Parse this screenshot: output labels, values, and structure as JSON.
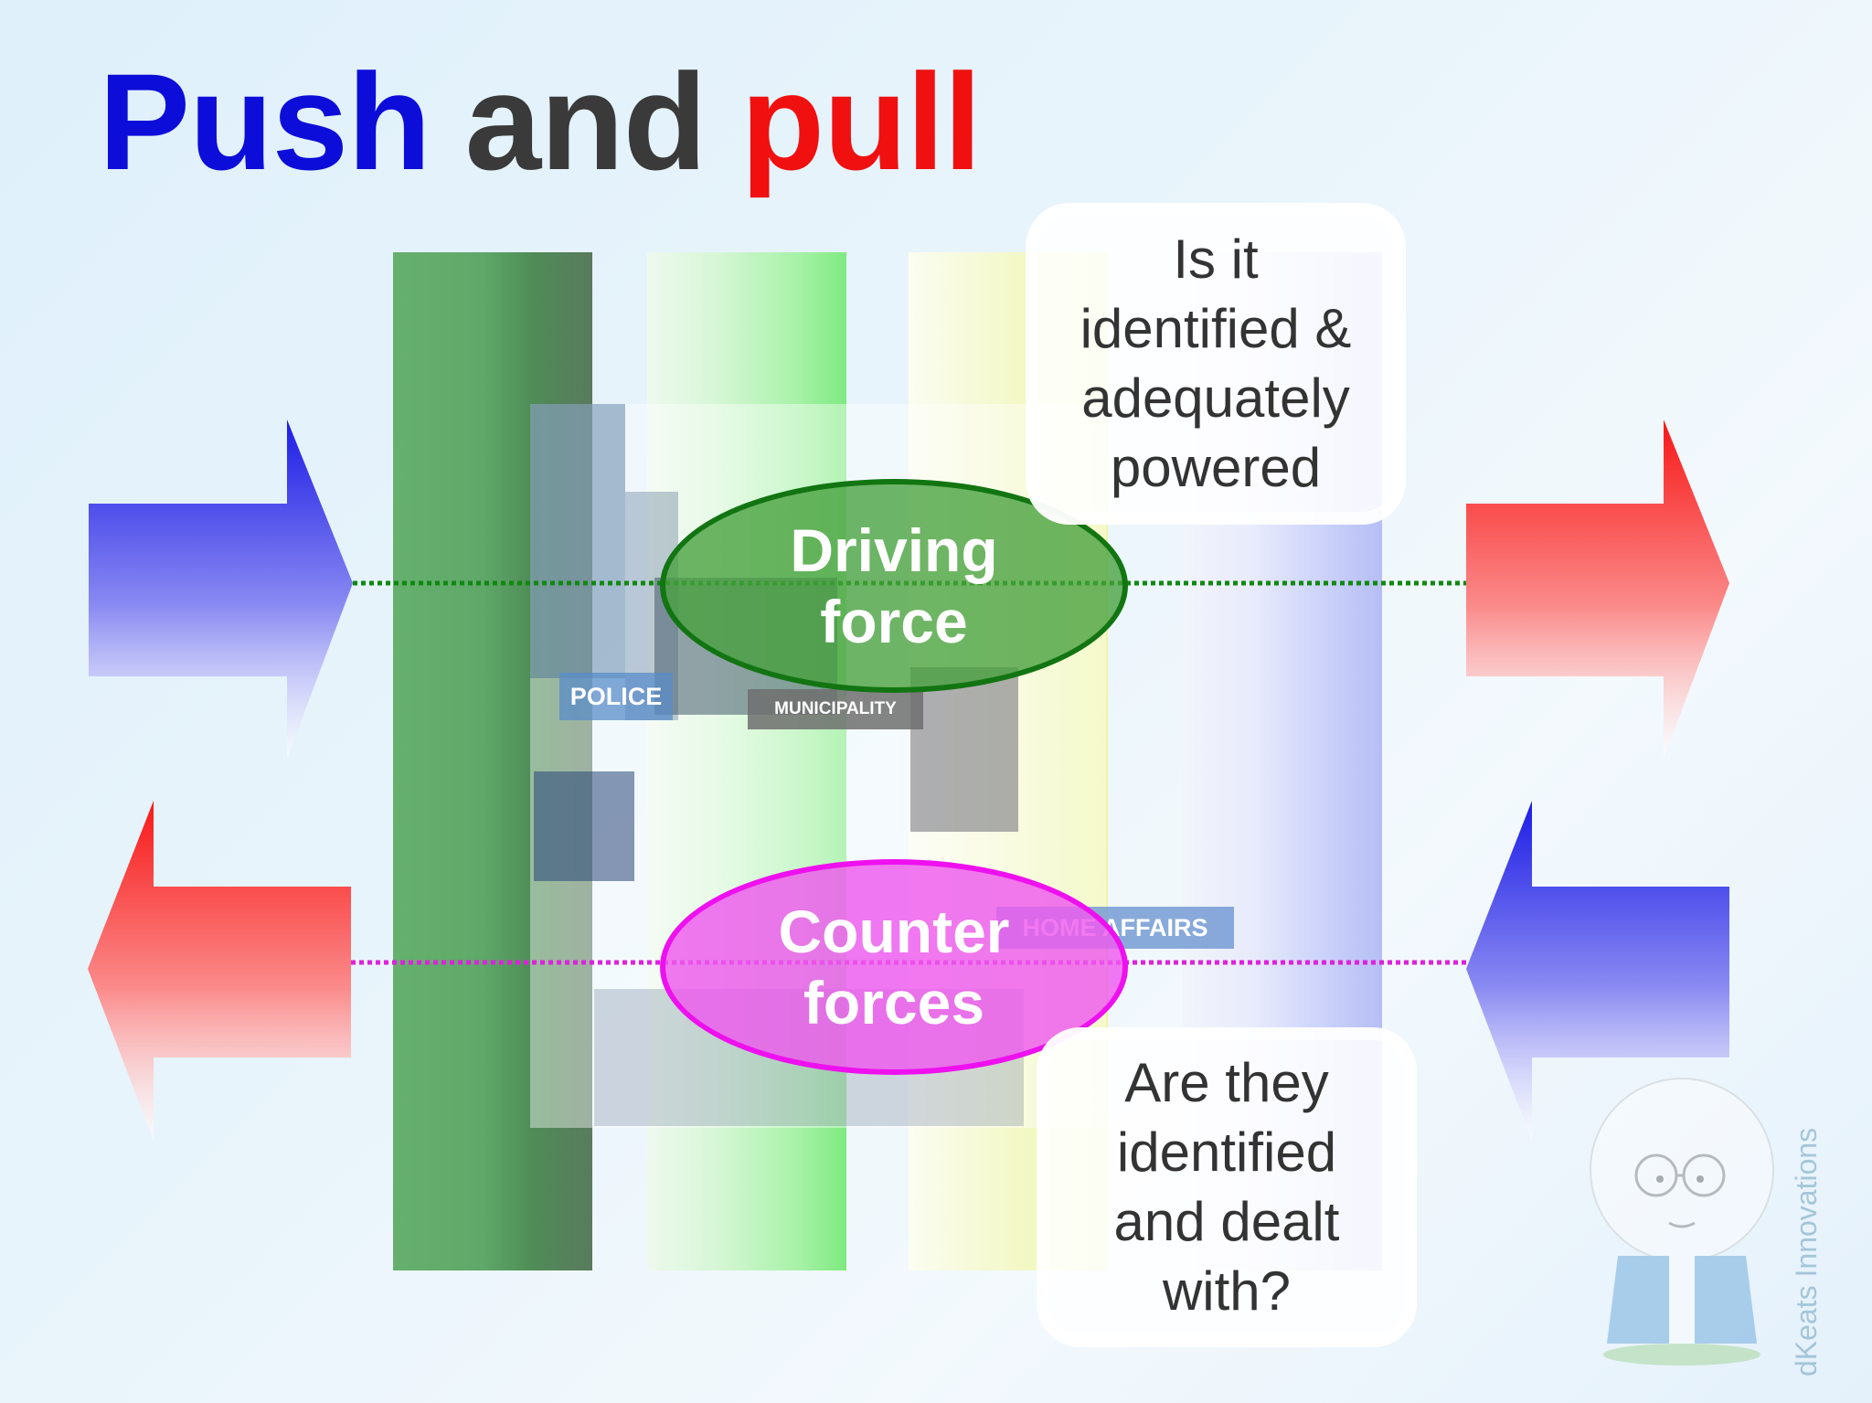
{
  "title": {
    "push": "Push",
    "and": "and",
    "pull": "pull"
  },
  "colors": {
    "push_blue": "#0d0dd9",
    "and_gray": "#3a3a3a",
    "pull_red": "#f01010",
    "driving_fill": "#4aa03c",
    "driving_border": "#127512",
    "counter_fill": "#ee5aee",
    "counter_border": "#ee10ee"
  },
  "driving_force": {
    "label_line1": "Driving",
    "label_line2": "force"
  },
  "counter_forces": {
    "label_line1": "Counter",
    "label_line2": "forces"
  },
  "callout_top": {
    "lines": [
      "Is it",
      "identified &",
      "adequately",
      "powered"
    ]
  },
  "callout_bottom": {
    "lines": [
      "Are they",
      "identified",
      "and dealt",
      "with?"
    ]
  },
  "photo_signs": {
    "police": "POLICE",
    "municipality": "MUNICIPALITY",
    "home_affairs": "HOME AFFAIRS"
  },
  "arrows": {
    "top_left": "right-arrow blue",
    "top_right": "right-arrow red",
    "bottom_left": "left-arrow red",
    "bottom_right": "left-arrow blue"
  },
  "branding": {
    "text": "dKeats Innovations"
  }
}
